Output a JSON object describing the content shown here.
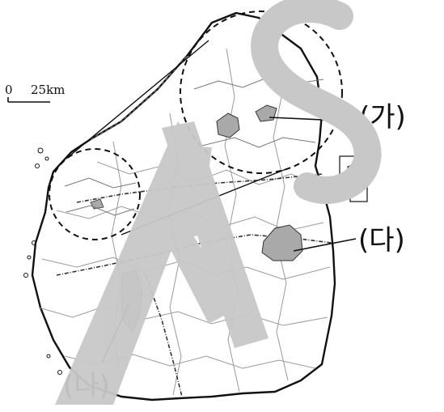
{
  "scale_bar": {
    "zero": "0",
    "distance": "25km"
  },
  "regions": [
    {
      "id": "ga",
      "label": "(가)"
    },
    {
      "id": "na",
      "label": "(나)"
    },
    {
      "id": "da",
      "label": "(다)"
    }
  ],
  "colors": {
    "background": "#ffffff",
    "outline": "#111111",
    "boundary": "#9a9a9a",
    "highlight": "#a9a9a9",
    "watermark": "#c8c8c8"
  }
}
